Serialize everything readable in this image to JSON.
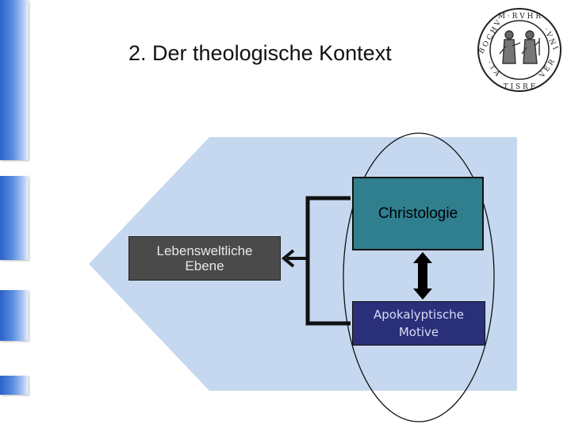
{
  "slide": {
    "title": "2. Der theologische Kontext"
  },
  "seal": {
    "lettering": "BOCHVM · RVHR · VNIVERSITAT",
    "icon": "university-seal"
  },
  "diagram": {
    "box_top_label": "Christologie",
    "box_left_label": "Lebensweltliche\nEbene",
    "box_bottom_label": "Apokalyptische\nMotive"
  },
  "colors": {
    "background_shape": "#c5d8ef",
    "christologie_box": "#2f7f8f",
    "lebensweltliche_box": "#4a4a4a",
    "apokalyptische_box": "#2a2f7a",
    "side_bars": "#2c62c7"
  }
}
